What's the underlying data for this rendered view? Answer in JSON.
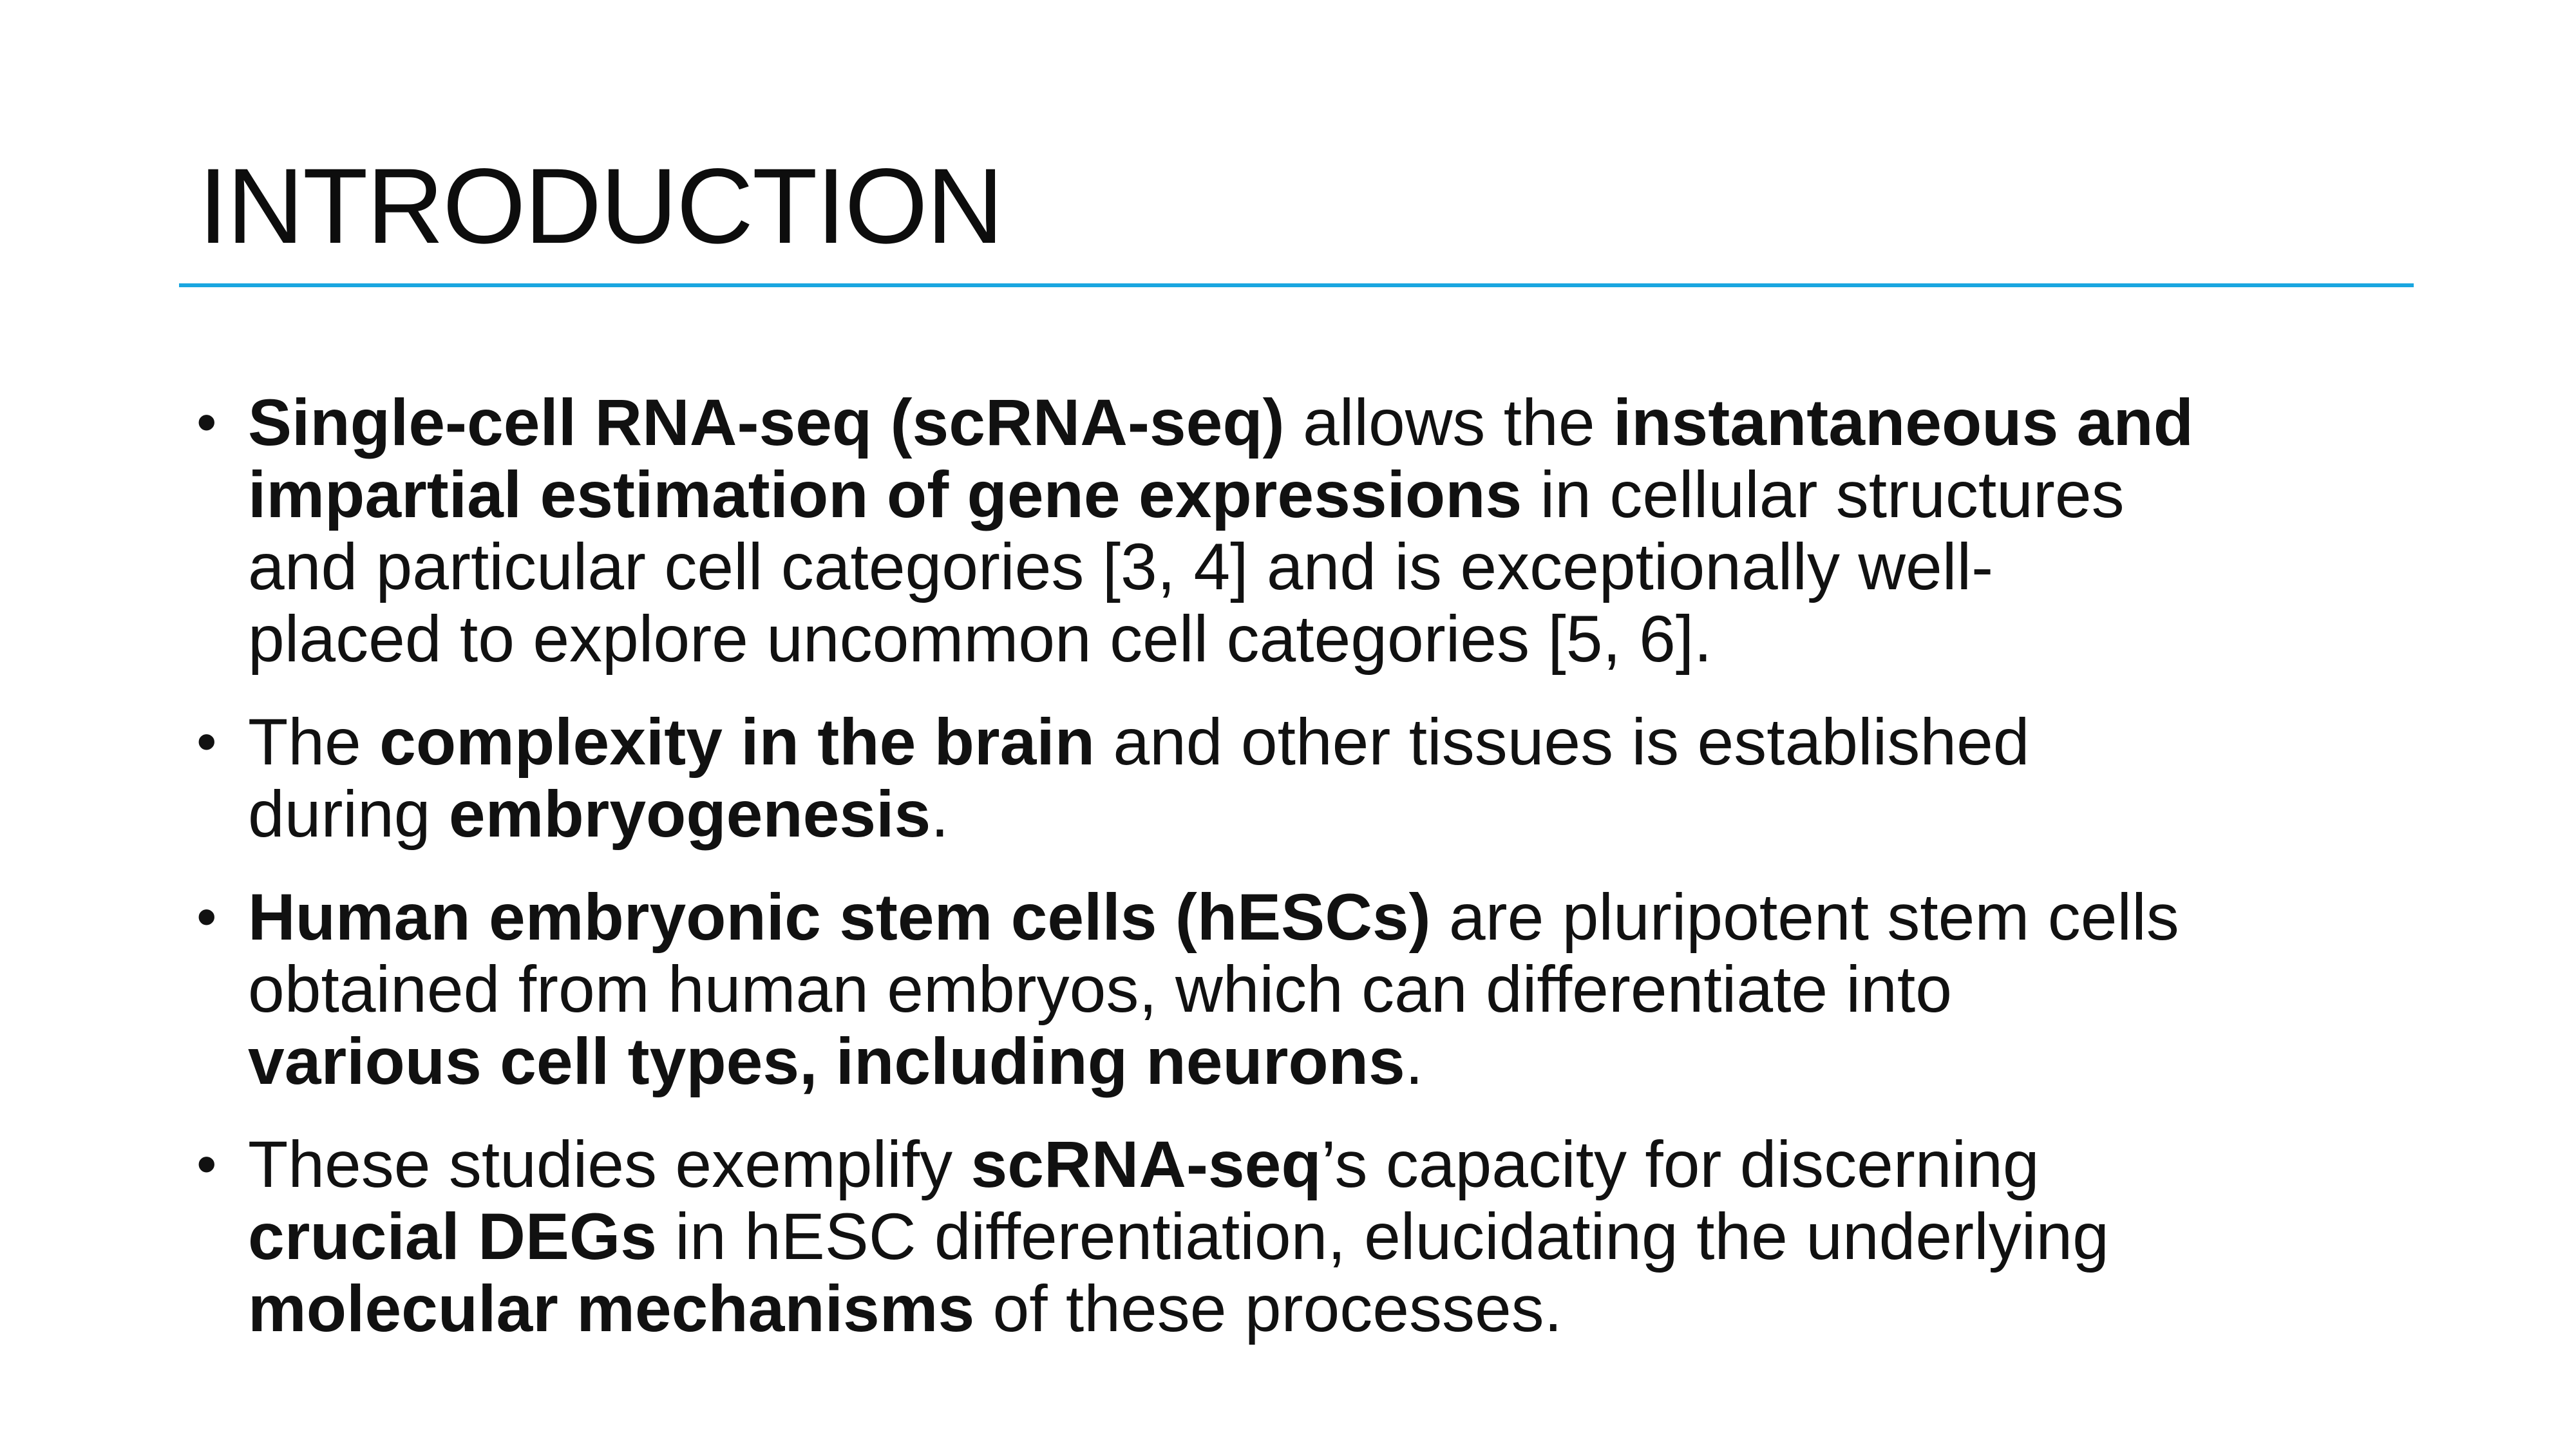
{
  "slide": {
    "title": "INTRODUCTION",
    "accent_color": "#1aa6e0",
    "bullet_symbol": "•",
    "bullets": [
      {
        "lines": [
          [
            {
              "text": " Single-cell RNA-seq (scRNA-seq)",
              "bold": true
            },
            {
              "text": " allows the ",
              "bold": false
            },
            {
              "text": "instantaneous and",
              "bold": true
            }
          ],
          [
            {
              "text": "impartial estimation of gene expressions",
              "bold": true
            },
            {
              "text": " in cellular structures",
              "bold": false
            }
          ],
          [
            {
              "text": "and particular cell categories [3, 4] and is exceptionally well-",
              "bold": false
            }
          ],
          [
            {
              "text": "placed to explore uncommon cell categories [5, 6].",
              "bold": false
            }
          ]
        ]
      },
      {
        "lines": [
          [
            {
              "text": "The ",
              "bold": false
            },
            {
              "text": "complexity in the brain",
              "bold": true
            },
            {
              "text": " and other tissues is established",
              "bold": false
            }
          ],
          [
            {
              "text": "during ",
              "bold": false
            },
            {
              "text": "embryogenesis",
              "bold": true
            },
            {
              "text": ".",
              "bold": false
            }
          ]
        ]
      },
      {
        "lines": [
          [
            {
              "text": "Human embryonic stem cells (hESCs)",
              "bold": true
            },
            {
              "text": " are pluripotent stem cells",
              "bold": false
            }
          ],
          [
            {
              "text": "obtained from human embryos, which can differentiate into",
              "bold": false
            }
          ],
          [
            {
              "text": "various cell types, including neurons",
              "bold": true
            },
            {
              "text": ".",
              "bold": false
            }
          ]
        ]
      },
      {
        "lines": [
          [
            {
              "text": "These studies exemplify ",
              "bold": false
            },
            {
              "text": "scRNA-seq",
              "bold": true
            },
            {
              "text": "’s capacity for discerning",
              "bold": false
            }
          ],
          [
            {
              "text": "crucial DEGs",
              "bold": true
            },
            {
              "text": " in hESC differentiation, elucidating the underlying",
              "bold": false
            }
          ],
          [
            {
              "text": "molecular mechanisms",
              "bold": true
            },
            {
              "text": " of these processes.",
              "bold": false
            }
          ]
        ]
      }
    ]
  }
}
